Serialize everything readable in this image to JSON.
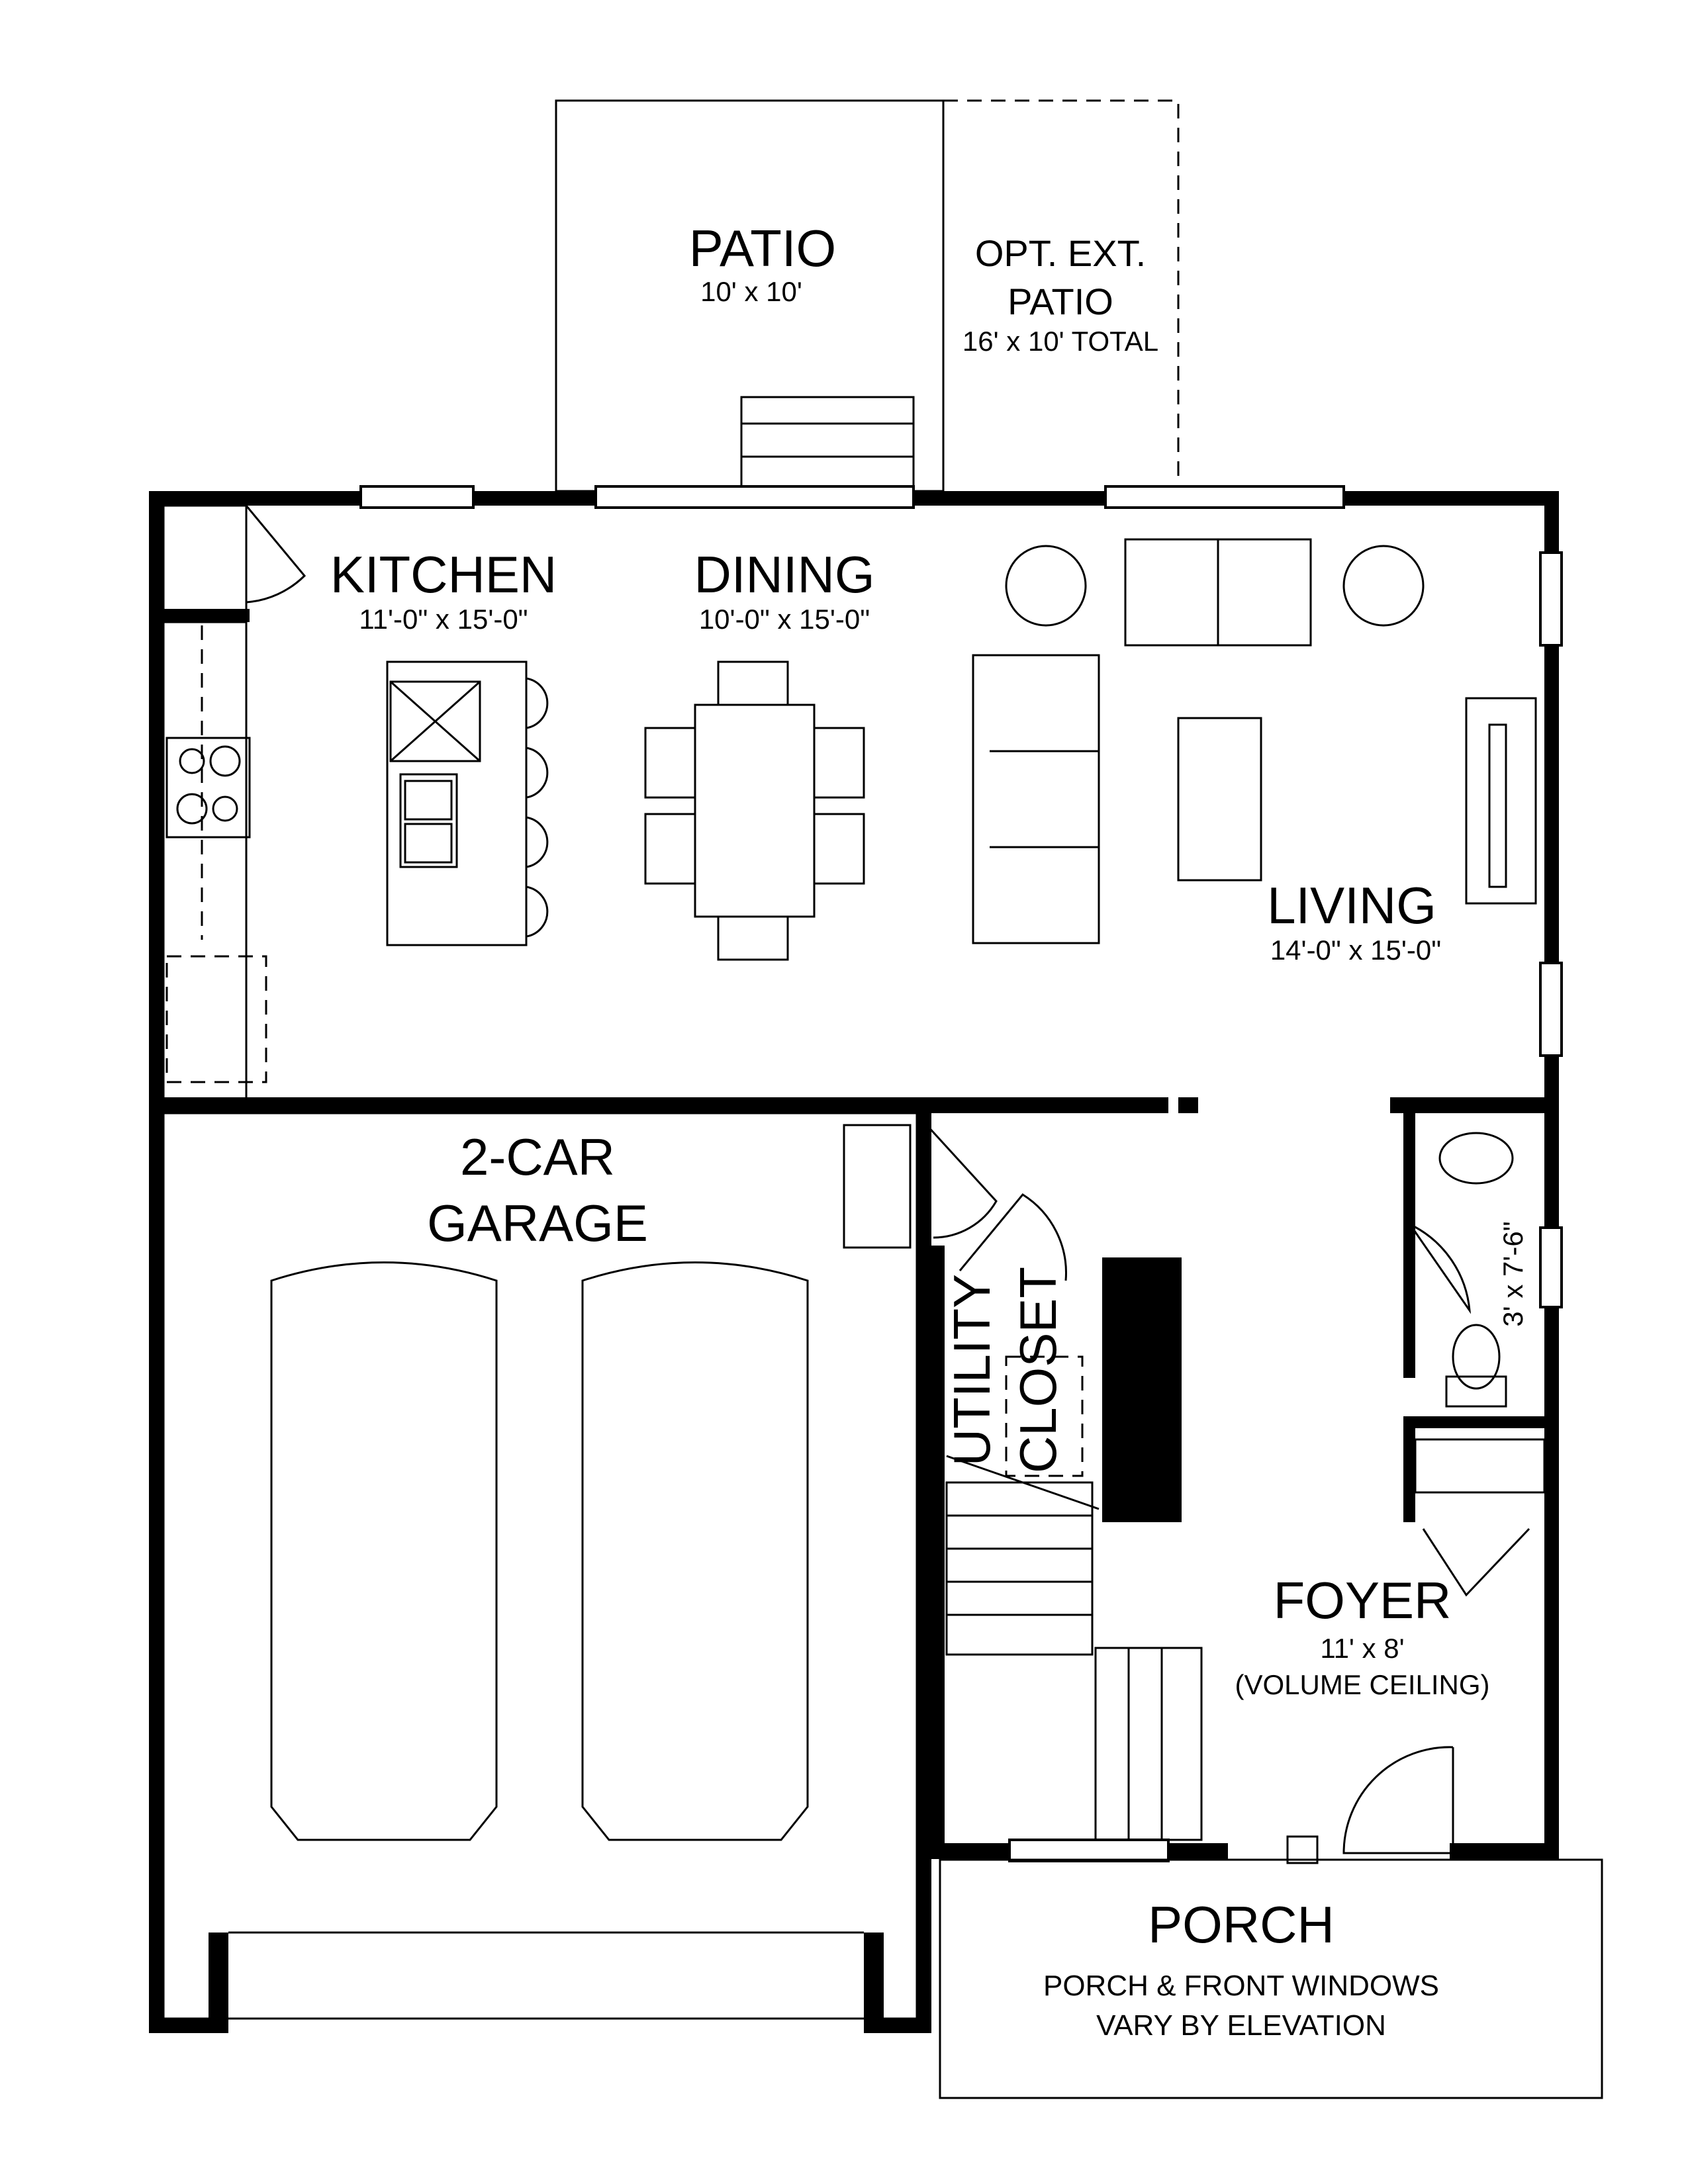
{
  "rooms": {
    "patio": {
      "name": "PATIO",
      "dim": "10' x 10'"
    },
    "opt_patio": {
      "line1": "OPT. EXT.",
      "line2": "PATIO",
      "dim": "16' x 10' TOTAL"
    },
    "kitchen": {
      "name": "KITCHEN",
      "dim": "11'-0\" x 15'-0\""
    },
    "dining": {
      "name": "DINING",
      "dim": "10'-0\" x 15'-0\""
    },
    "living": {
      "name": "LIVING",
      "dim": "14'-0\" x 15'-0\""
    },
    "garage": {
      "line1": "2-CAR",
      "line2": "GARAGE"
    },
    "utility": {
      "line1": "UTILITY",
      "line2": "CLOSET"
    },
    "powder": {
      "dim": "3' x 7'-6\""
    },
    "foyer": {
      "name": "FOYER",
      "dim": "11' x 8'",
      "note": "(VOLUME CEILING)"
    },
    "porch": {
      "name": "PORCH",
      "note1": "PORCH & FRONT WINDOWS",
      "note2": "VARY BY ELEVATION"
    }
  }
}
